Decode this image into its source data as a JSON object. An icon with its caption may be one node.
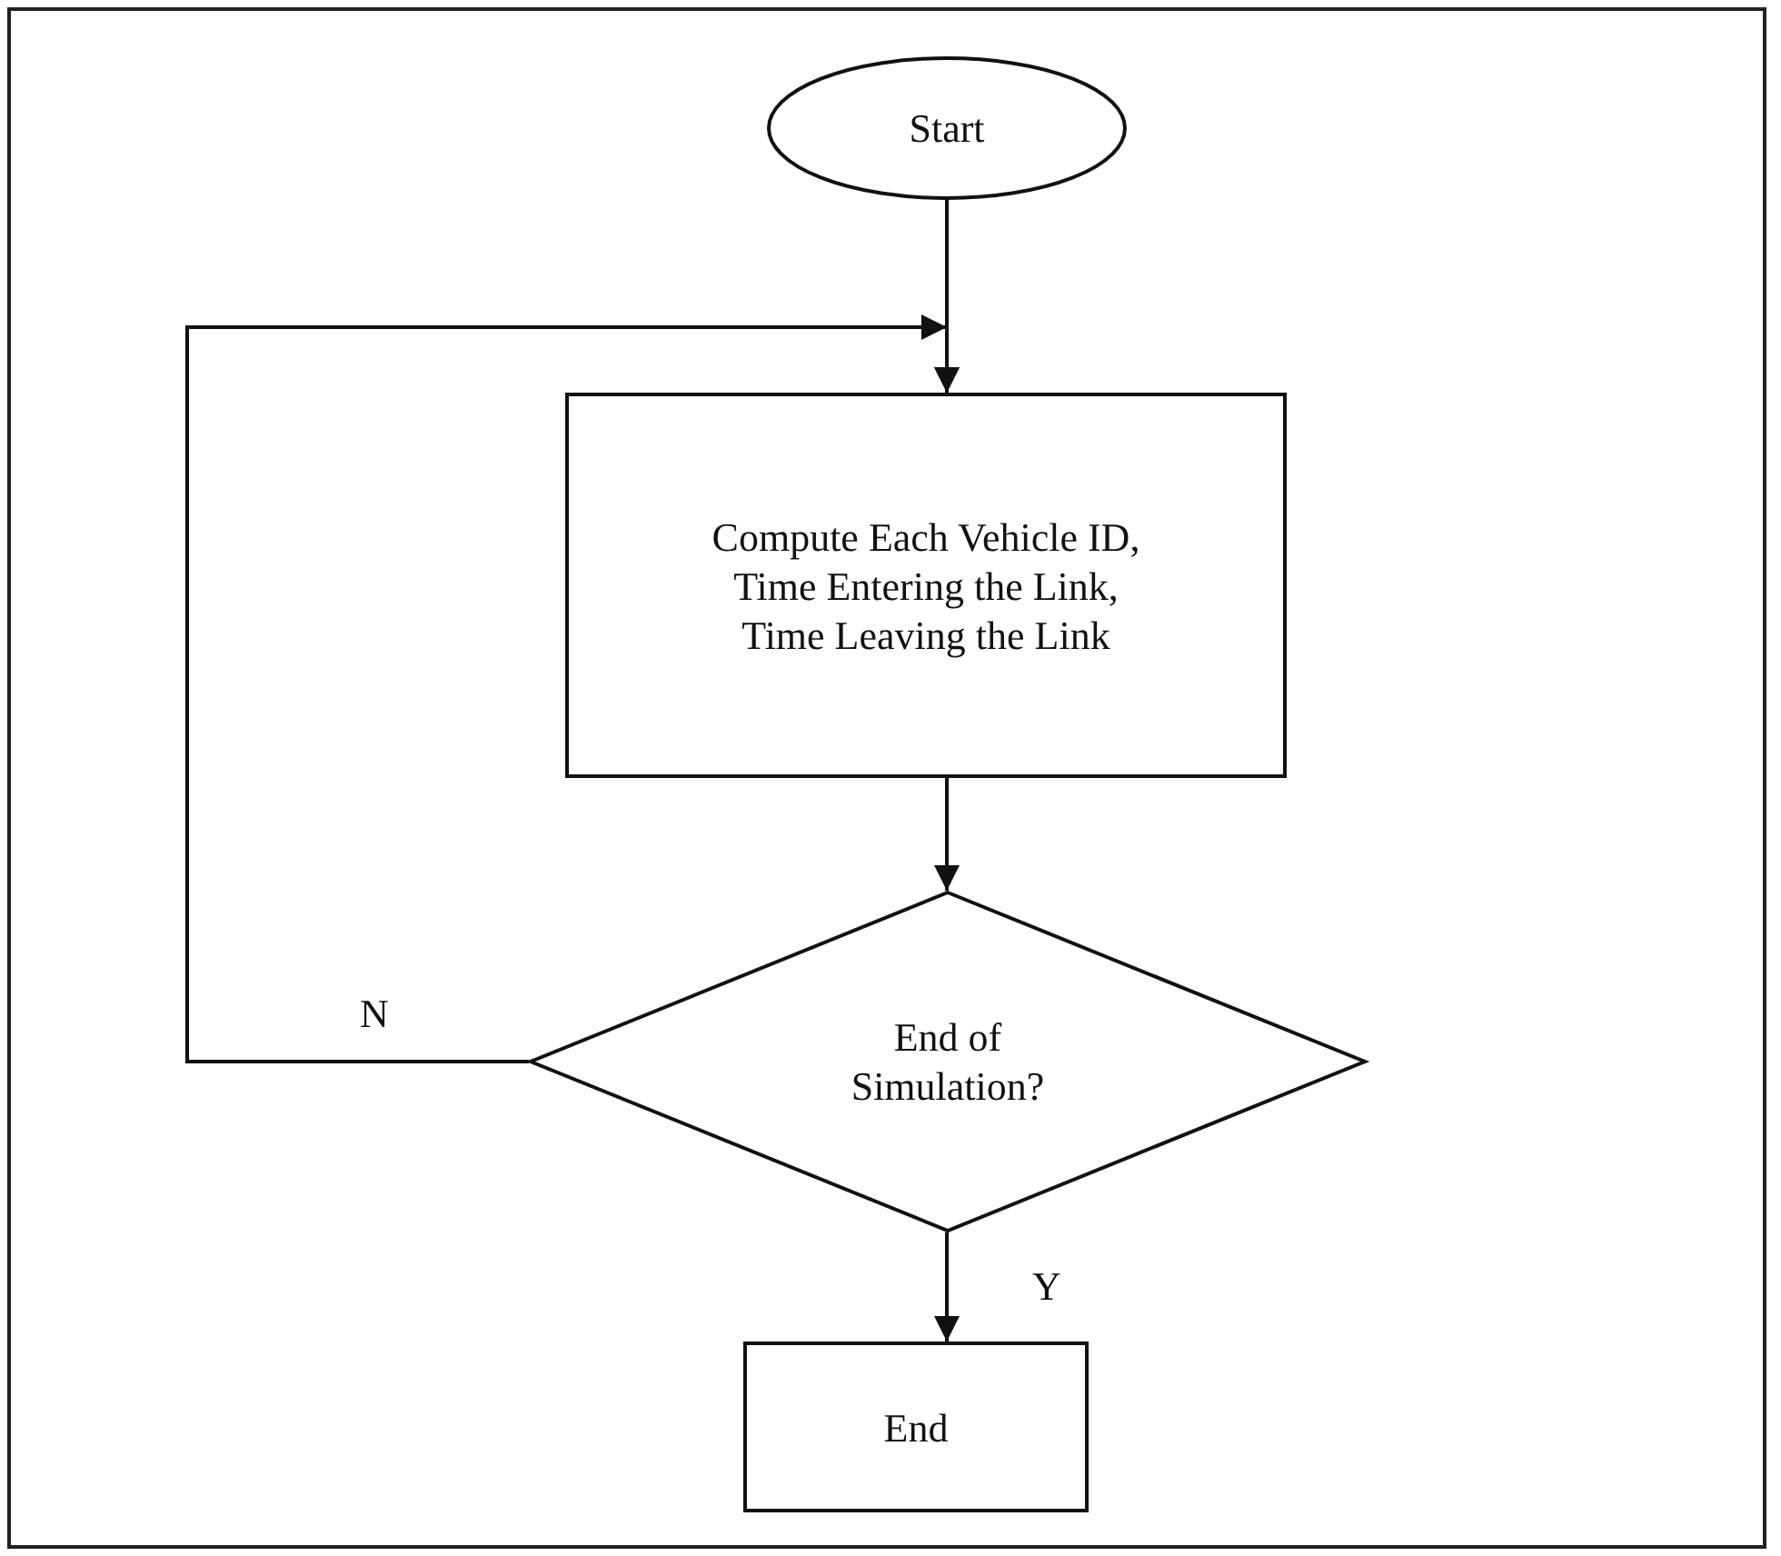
{
  "diagram": {
    "nodes": [
      {
        "text": [
          "Start"
        ]
      },
      {
        "text": [
          "Compute Each Vehicle ID, Time Entering the Link, Time Leaving the Link"
        ]
      },
      {
        "text": [
          "End of Simulation?"
        ]
      },
      {
        "text": [
          "End"
        ]
      }
    ],
    "edges": [
      {
        "from": 0,
        "to": 1,
        "arrow": "to"
      },
      {
        "from": 1,
        "to": 2,
        "arrow": "to"
      },
      {
        "from": 2,
        "to": 3,
        "arrow": "to",
        "label": "Y"
      },
      {
        "from": 2,
        "to": 1,
        "arrow": "to",
        "label": "N"
      }
    ]
  }
}
